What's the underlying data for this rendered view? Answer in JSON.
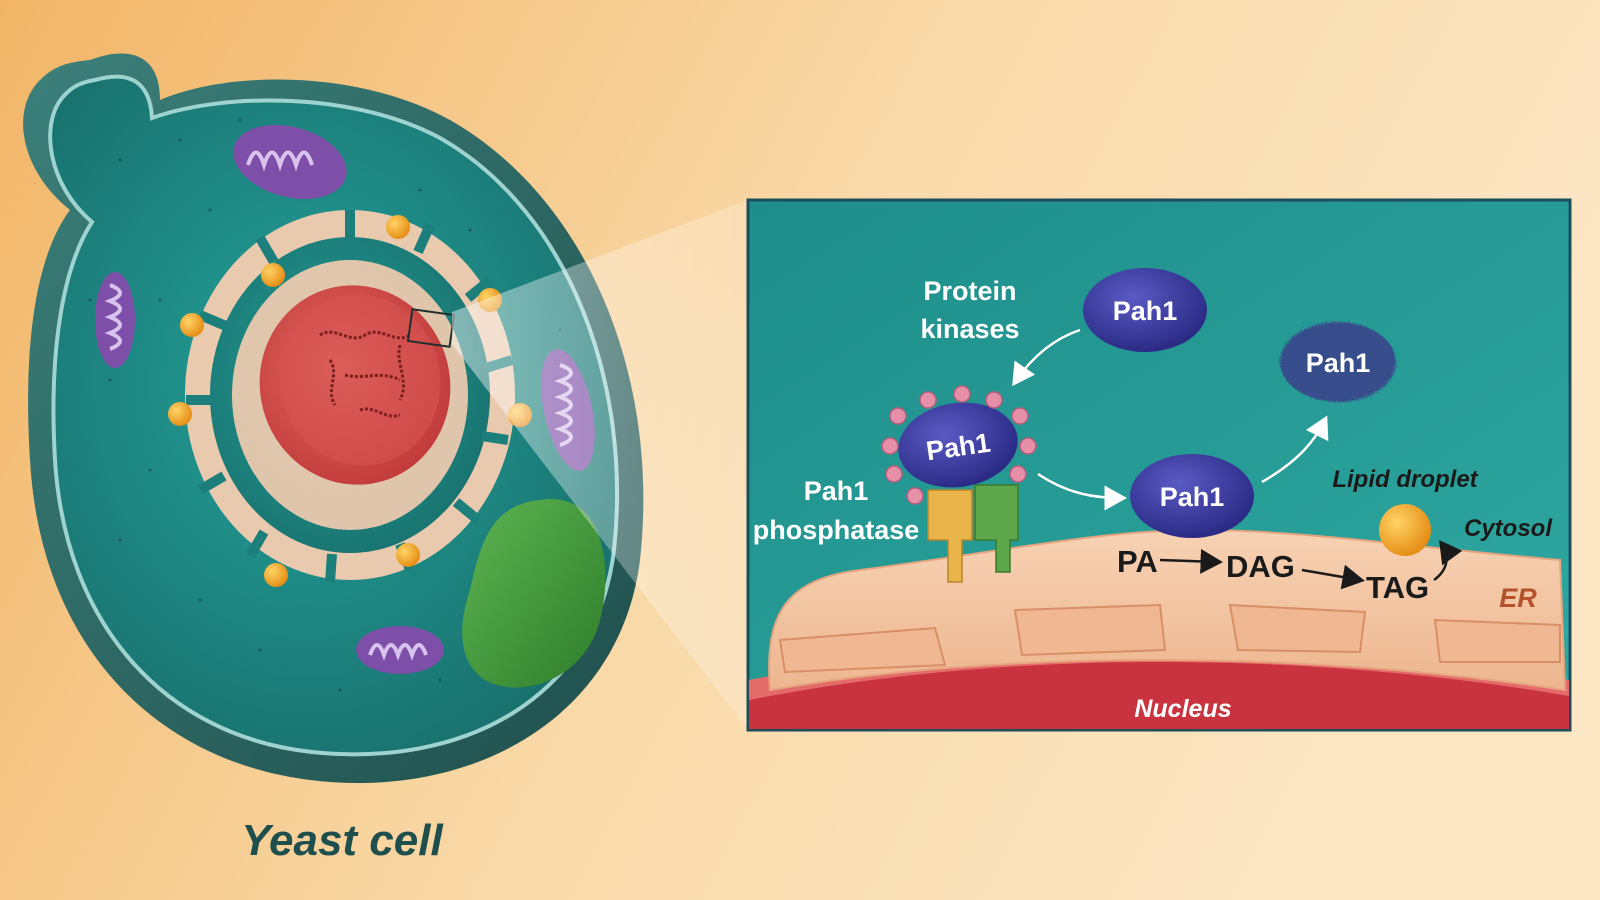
{
  "labels": {
    "yeast_cell": "Yeast cell",
    "protein_kinases_line1": "Protein",
    "protein_kinases_line2": "kinases",
    "phosphatase_line1": "Pah1",
    "phosphatase_line2": "phosphatase",
    "lipid_droplet": "Lipid droplet",
    "cytosol": "Cytosol",
    "er": "ER",
    "nucleus": "Nucleus"
  },
  "proteins": {
    "free": "Pah1",
    "phosphorylated": "Pah1",
    "membrane_bound": "Pah1",
    "degraded": "Pah1"
  },
  "pathway": [
    "PA",
    "DAG",
    "TAG"
  ],
  "colors": {
    "background_warm": "#F4C27A",
    "background_light": "#FBE3BE",
    "cytoplasm_teal": "#1E8C88",
    "cell_wall": "#2F6E6A",
    "nucleus_red": "#D94A4A",
    "er_peach": "#F2C7A6",
    "mitochondria_purple": "#8E63B8",
    "vacuole_green": "#3E9A3A",
    "lipid_orange": "#F5A623",
    "pah1_blue": "#3F3FA0",
    "phosphate_pink": "#E58FA8",
    "phosphatase_yellow": "#E9B54A",
    "phosphatase_green": "#5EA64A"
  }
}
